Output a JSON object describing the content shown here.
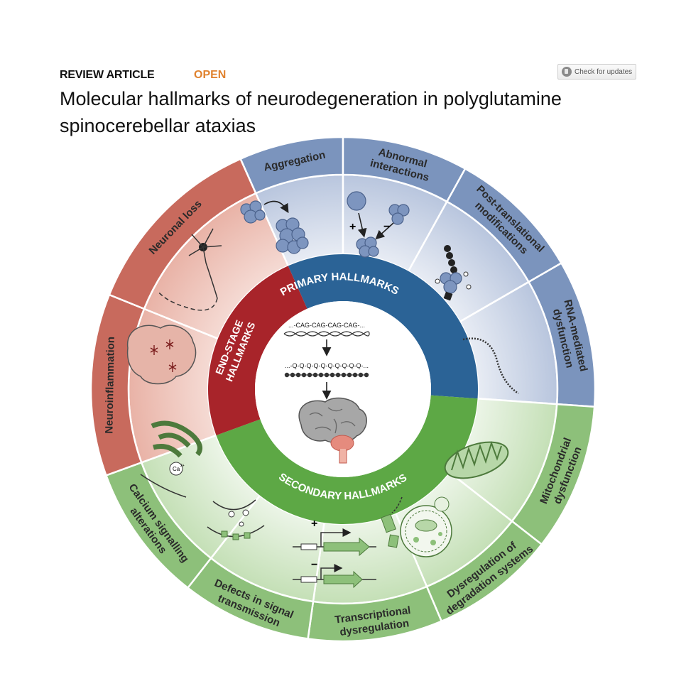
{
  "header": {
    "article_type": "REVIEW ARTICLE",
    "access": "OPEN",
    "check_updates": "Check for updates",
    "title": "Molecular hallmarks of neurodegeneration in polyglutamine spinocerebellar ataxias"
  },
  "figure": {
    "inner_rings": {
      "primary": "PRIMARY HALLMARKS",
      "secondary": "SECONDARY HALLMARKS",
      "end_stage_line1": "END-STAGE",
      "end_stage_line2": "HALLMARKS"
    },
    "center": {
      "dna_sequence": "...-CAG-CAG-CAG-CAG-...",
      "protein_sequence": "...-Q-Q-Q-Q-Q-Q-Q-Q-Q-Q-..."
    },
    "calcium_label": "Ca",
    "calcium_charge": "2+",
    "plus_sign": "+",
    "minus_sign": "−",
    "segments": [
      {
        "key": "aggregation",
        "line1": "Aggregation",
        "line2": ""
      },
      {
        "key": "abnormal-interactions",
        "line1": "Abnormal",
        "line2": "interactions"
      },
      {
        "key": "post-translational",
        "line1": "Post-translational",
        "line2": "modifications"
      },
      {
        "key": "rna-mediated",
        "line1": "RNA-mediated",
        "line2": "dysfunction"
      },
      {
        "key": "mitochondrial",
        "line1": "Mitochondrial",
        "line2": "dysfunction"
      },
      {
        "key": "degradation",
        "line1": "Dysregulation of",
        "line2": "degradation systems"
      },
      {
        "key": "transcriptional",
        "line1": "Transcriptional",
        "line2": "dysregulation"
      },
      {
        "key": "signal-transmission",
        "line1": "Defects in signal",
        "line2": "transmission"
      },
      {
        "key": "calcium",
        "line1": "Calcium signalling",
        "line2": "alterations"
      },
      {
        "key": "neuroinflammation",
        "line1": "Neuroinflammation",
        "line2": ""
      },
      {
        "key": "neuronal-loss",
        "line1": "Neuronal loss",
        "line2": ""
      }
    ],
    "colors": {
      "blue_band": "#7b94bd",
      "blue_fill": "#dfe6f1",
      "primary_ring": "#2b6396",
      "green_band": "#8dc07a",
      "green_fill": "#e6f1df",
      "secondary_ring": "#5da845",
      "red_band": "#c86a5d",
      "red_fill": "#f3d8d1",
      "endstage_ring": "#a8242a"
    }
  }
}
